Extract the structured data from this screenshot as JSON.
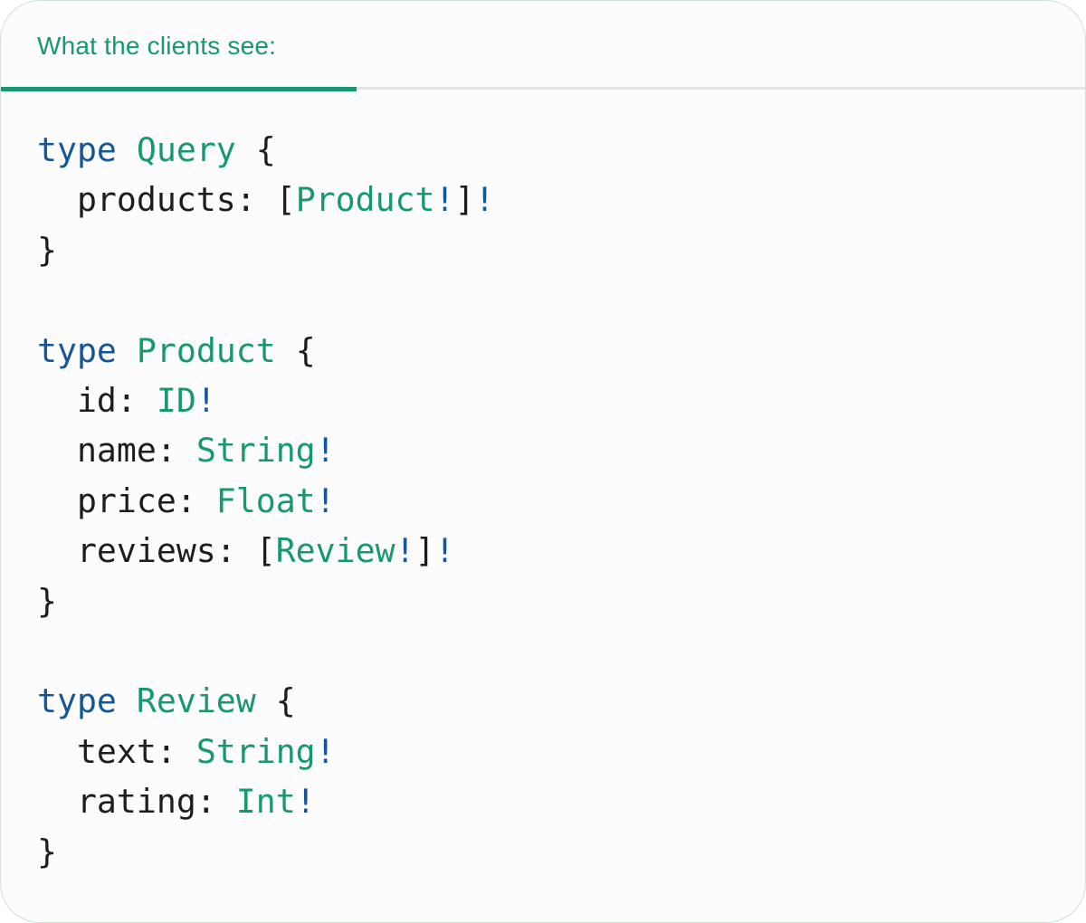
{
  "panel": {
    "tab_label": "What the clients see:",
    "colors": {
      "accent_green": "#169870",
      "card_bg": "#fcfcfc",
      "card_border": "#cfe3d7",
      "divider_gray": "#e3e3e3",
      "code_blue": "#14569a",
      "code_green": "#169870",
      "code_plain": "#1b1d21"
    },
    "code": {
      "language": "graphql",
      "lines": [
        [
          {
            "t": "type",
            "c": "k"
          },
          {
            "t": " ",
            "c": "p"
          },
          {
            "t": "Query",
            "c": "t"
          },
          {
            "t": " {",
            "c": "p"
          }
        ],
        [
          {
            "t": "  products: [",
            "c": "p"
          },
          {
            "t": "Product",
            "c": "t"
          },
          {
            "t": "!",
            "c": "b"
          },
          {
            "t": "]",
            "c": "p"
          },
          {
            "t": "!",
            "c": "b"
          }
        ],
        [
          {
            "t": "}",
            "c": "p"
          }
        ],
        [],
        [
          {
            "t": "type",
            "c": "k"
          },
          {
            "t": " ",
            "c": "p"
          },
          {
            "t": "Product",
            "c": "t"
          },
          {
            "t": " {",
            "c": "p"
          }
        ],
        [
          {
            "t": "  id: ",
            "c": "p"
          },
          {
            "t": "ID",
            "c": "t"
          },
          {
            "t": "!",
            "c": "b"
          }
        ],
        [
          {
            "t": "  name: ",
            "c": "p"
          },
          {
            "t": "String",
            "c": "t"
          },
          {
            "t": "!",
            "c": "b"
          }
        ],
        [
          {
            "t": "  price: ",
            "c": "p"
          },
          {
            "t": "Float",
            "c": "t"
          },
          {
            "t": "!",
            "c": "b"
          }
        ],
        [
          {
            "t": "  reviews: [",
            "c": "p"
          },
          {
            "t": "Review",
            "c": "t"
          },
          {
            "t": "!",
            "c": "b"
          },
          {
            "t": "]",
            "c": "p"
          },
          {
            "t": "!",
            "c": "b"
          }
        ],
        [
          {
            "t": "}",
            "c": "p"
          }
        ],
        [],
        [
          {
            "t": "type",
            "c": "k"
          },
          {
            "t": " ",
            "c": "p"
          },
          {
            "t": "Review",
            "c": "t"
          },
          {
            "t": " {",
            "c": "p"
          }
        ],
        [
          {
            "t": "  text: ",
            "c": "p"
          },
          {
            "t": "String",
            "c": "t"
          },
          {
            "t": "!",
            "c": "b"
          }
        ],
        [
          {
            "t": "  rating: ",
            "c": "p"
          },
          {
            "t": "Int",
            "c": "t"
          },
          {
            "t": "!",
            "c": "b"
          }
        ],
        [
          {
            "t": "}",
            "c": "p"
          }
        ]
      ]
    }
  }
}
